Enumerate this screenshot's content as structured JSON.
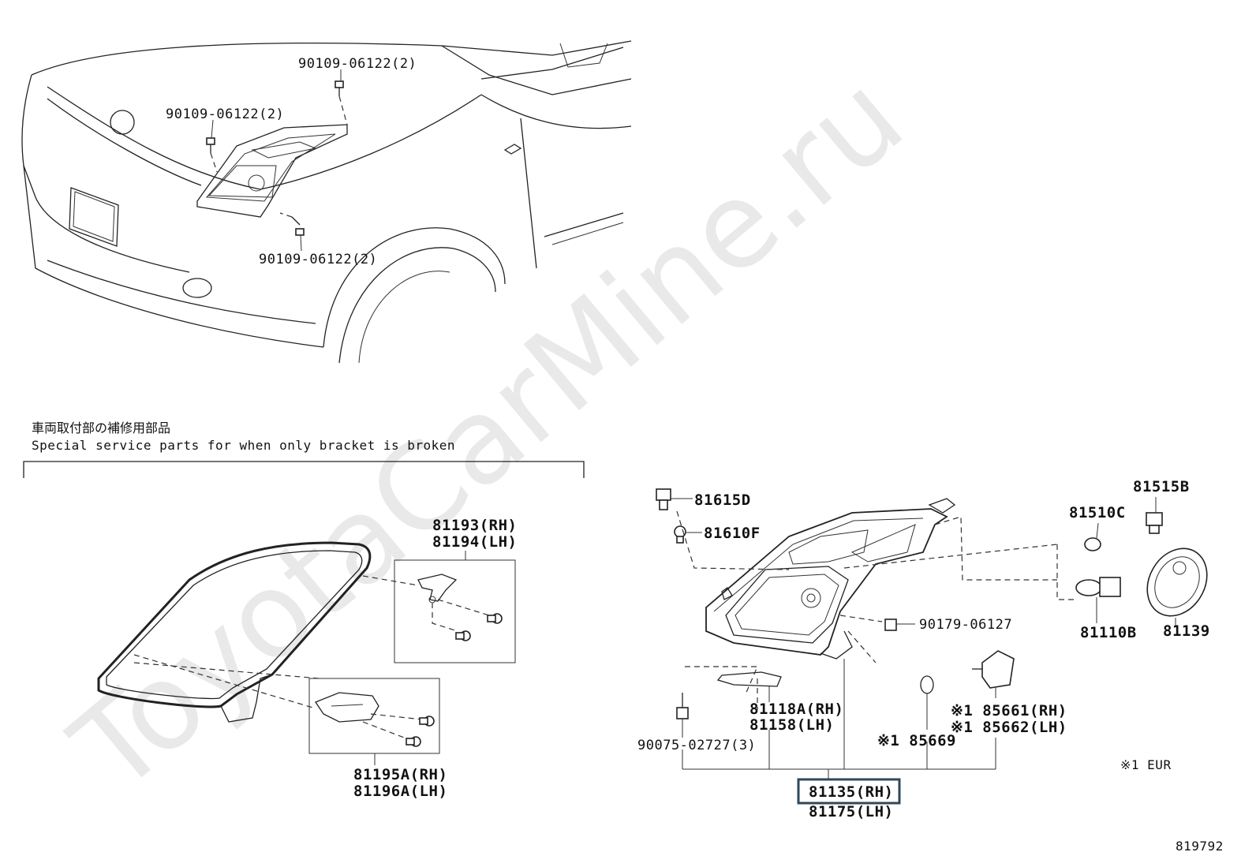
{
  "watermark": "ToyotaCarMine.ru",
  "diagram_id": "819792",
  "footnote": "※1 EUR",
  "section": {
    "title_jp": "車両取付部の補修用部品",
    "title_en": "Special service parts for when only bracket is broken"
  },
  "vehicle_callouts": {
    "bolt_top": "90109-06122(2)",
    "bolt_left": "90109-06122(2)",
    "bolt_bottom": "90109-06122(2)"
  },
  "bracket_parts": {
    "upper_rh": "81193(RH)",
    "upper_lh": "81194(LH)",
    "lower_rh": "81195A(RH)",
    "lower_lh": "81196A(LH)"
  },
  "lamp_parts": {
    "socket_d": "81615D",
    "bulb_f": "81610F",
    "bulb_c": "81510C",
    "socket_b": "81515B",
    "bulb_b": "81110B",
    "cover": "81139",
    "clip": "90179-06127",
    "bracket_rh": "81118A(RH)",
    "bracket_lh": "81158(LH)",
    "screw": "90075-02727(3)",
    "oring": "※1 85669",
    "motor_rh": "※1 85661(RH)",
    "motor_lh": "※1 85662(LH)",
    "assy_rh": "81135(RH)",
    "assy_lh": "81175(LH)"
  }
}
